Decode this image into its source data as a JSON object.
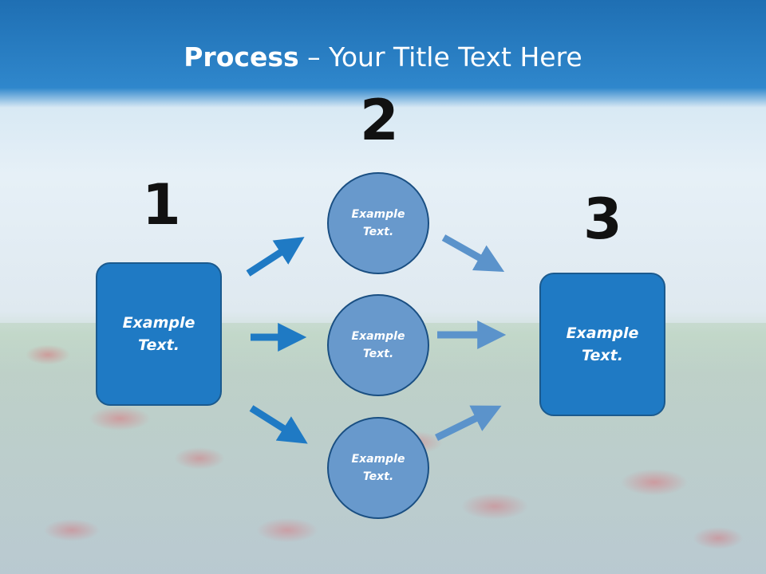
{
  "title": {
    "bold": "Process",
    "rest": " – Your Title Text Here"
  },
  "numbers": {
    "one": "1",
    "two": "2",
    "three": "3"
  },
  "step1": {
    "text": "Example Text."
  },
  "circles": [
    {
      "text": "Example Text."
    },
    {
      "text": "Example Text."
    },
    {
      "text": "Example Text."
    }
  ],
  "step3": {
    "text": "Example Text."
  },
  "colors": {
    "header": "#1f6fb3",
    "box": "#1f7ac4",
    "circle": "#6899cc",
    "arrow_dark": "#1f7ac4",
    "arrow_light": "#5b93cb"
  }
}
